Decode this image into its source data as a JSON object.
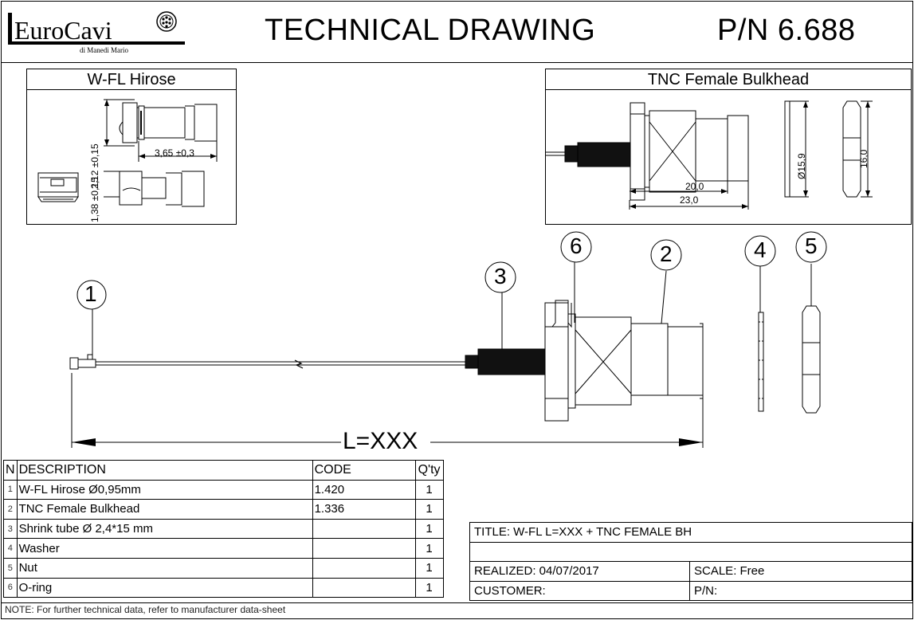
{
  "header": {
    "logo_text": "EuroCavi",
    "logo_sub": "di Manedi Mario",
    "title": "TECHNICAL DRAWING",
    "part_number": "P/N 6.688"
  },
  "insets": {
    "left": {
      "title": "W-FL Hirose",
      "dim_height_top": "2,12 ±0,15",
      "dim_length": "3,65 ±0,3",
      "dim_height_bottom": "1,38 ±0,15"
    },
    "right": {
      "title": "TNC Female Bulkhead",
      "dim_20": "20,0",
      "dim_23": "23,0",
      "dim_diam": "Ø15,9",
      "dim_16": "16,0"
    }
  },
  "callouts": [
    "1",
    "2",
    "3",
    "4",
    "5",
    "6"
  ],
  "length_label": "L=XXX",
  "bom": {
    "headers": {
      "n": "N",
      "description": "DESCRIPTION",
      "code": "CODE",
      "qty": "Q'ty"
    },
    "rows": [
      {
        "n": "1",
        "description": "W-FL Hirose Ø0,95mm",
        "code": "1.420",
        "qty": "1"
      },
      {
        "n": "2",
        "description": "TNC Female Bulkhead",
        "code": "1.336",
        "qty": "1"
      },
      {
        "n": "3",
        "description": "Shrink tube Ø 2,4*15 mm",
        "code": "",
        "qty": "1"
      },
      {
        "n": "4",
        "description": "Washer",
        "code": "",
        "qty": "1"
      },
      {
        "n": "5",
        "description": "Nut",
        "code": "",
        "qty": "1"
      },
      {
        "n": "6",
        "description": "O-ring",
        "code": "",
        "qty": "1"
      }
    ]
  },
  "title_block": {
    "title": "TITLE: W-FL L=XXX + TNC FEMALE BH",
    "realized": "REALIZED: 04/07/2017",
    "scale": "SCALE: Free",
    "customer": "CUSTOMER:",
    "pn": "P/N:"
  },
  "note": "NOTE: For further technical data, refer to manufacturer data-sheet"
}
